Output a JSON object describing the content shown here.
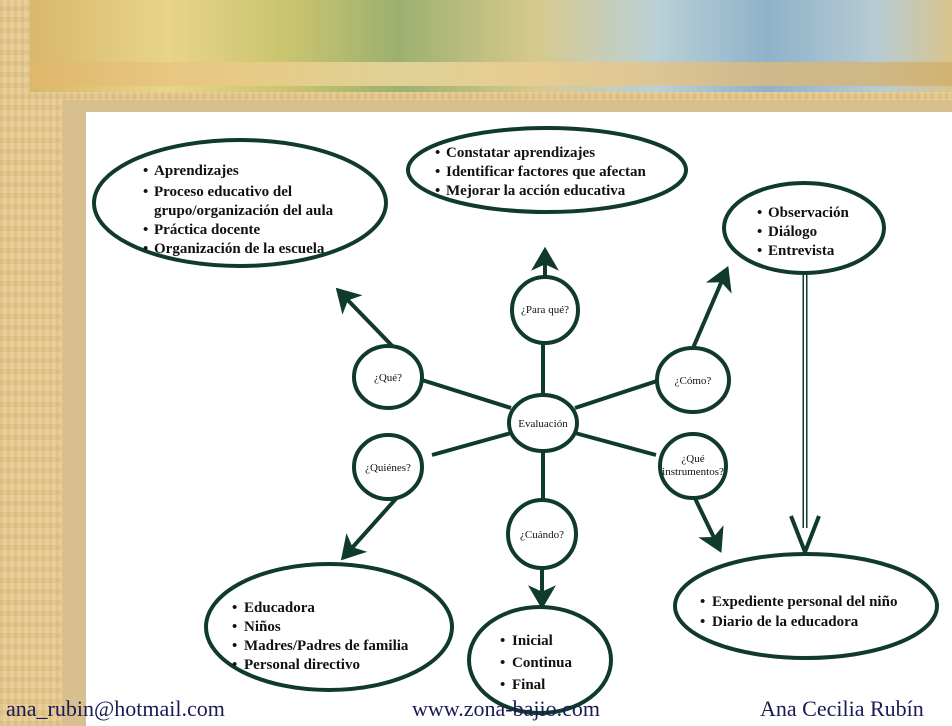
{
  "diagram": {
    "center": "Evaluación",
    "questions": {
      "para_que": "¿Para qué?",
      "que": "¿Qué?",
      "como": "¿Cómo?",
      "quienes": "¿Quiénes?",
      "cuando": "¿Cuándo?",
      "instrumentos_line1": "¿Qué",
      "instrumentos_line2": "instrumentos?"
    },
    "que_items": [
      "Aprendizajes",
      "Proceso educativo del",
      "grupo/organización del aula",
      "Práctica docente",
      "Organización de la escuela"
    ],
    "para_que_items": [
      "Constatar aprendizajes",
      "Identificar factores que afectan",
      "Mejorar la acción educativa"
    ],
    "como_items": [
      "Observación",
      "Diálogo",
      "Entrevista"
    ],
    "quienes_items": [
      "Educadora",
      "Niños",
      "Madres/Padres de familia",
      "Personal directivo"
    ],
    "cuando_items": [
      "Inicial",
      "Continua",
      "Final"
    ],
    "instrumentos_items": [
      "Expediente personal del niño",
      "Diario de la educadora"
    ]
  },
  "footer": {
    "email": "ana_rubin@hotmail.com",
    "website": "www.zona-bajio.com",
    "author": "Ana Cecilia Rubín"
  }
}
